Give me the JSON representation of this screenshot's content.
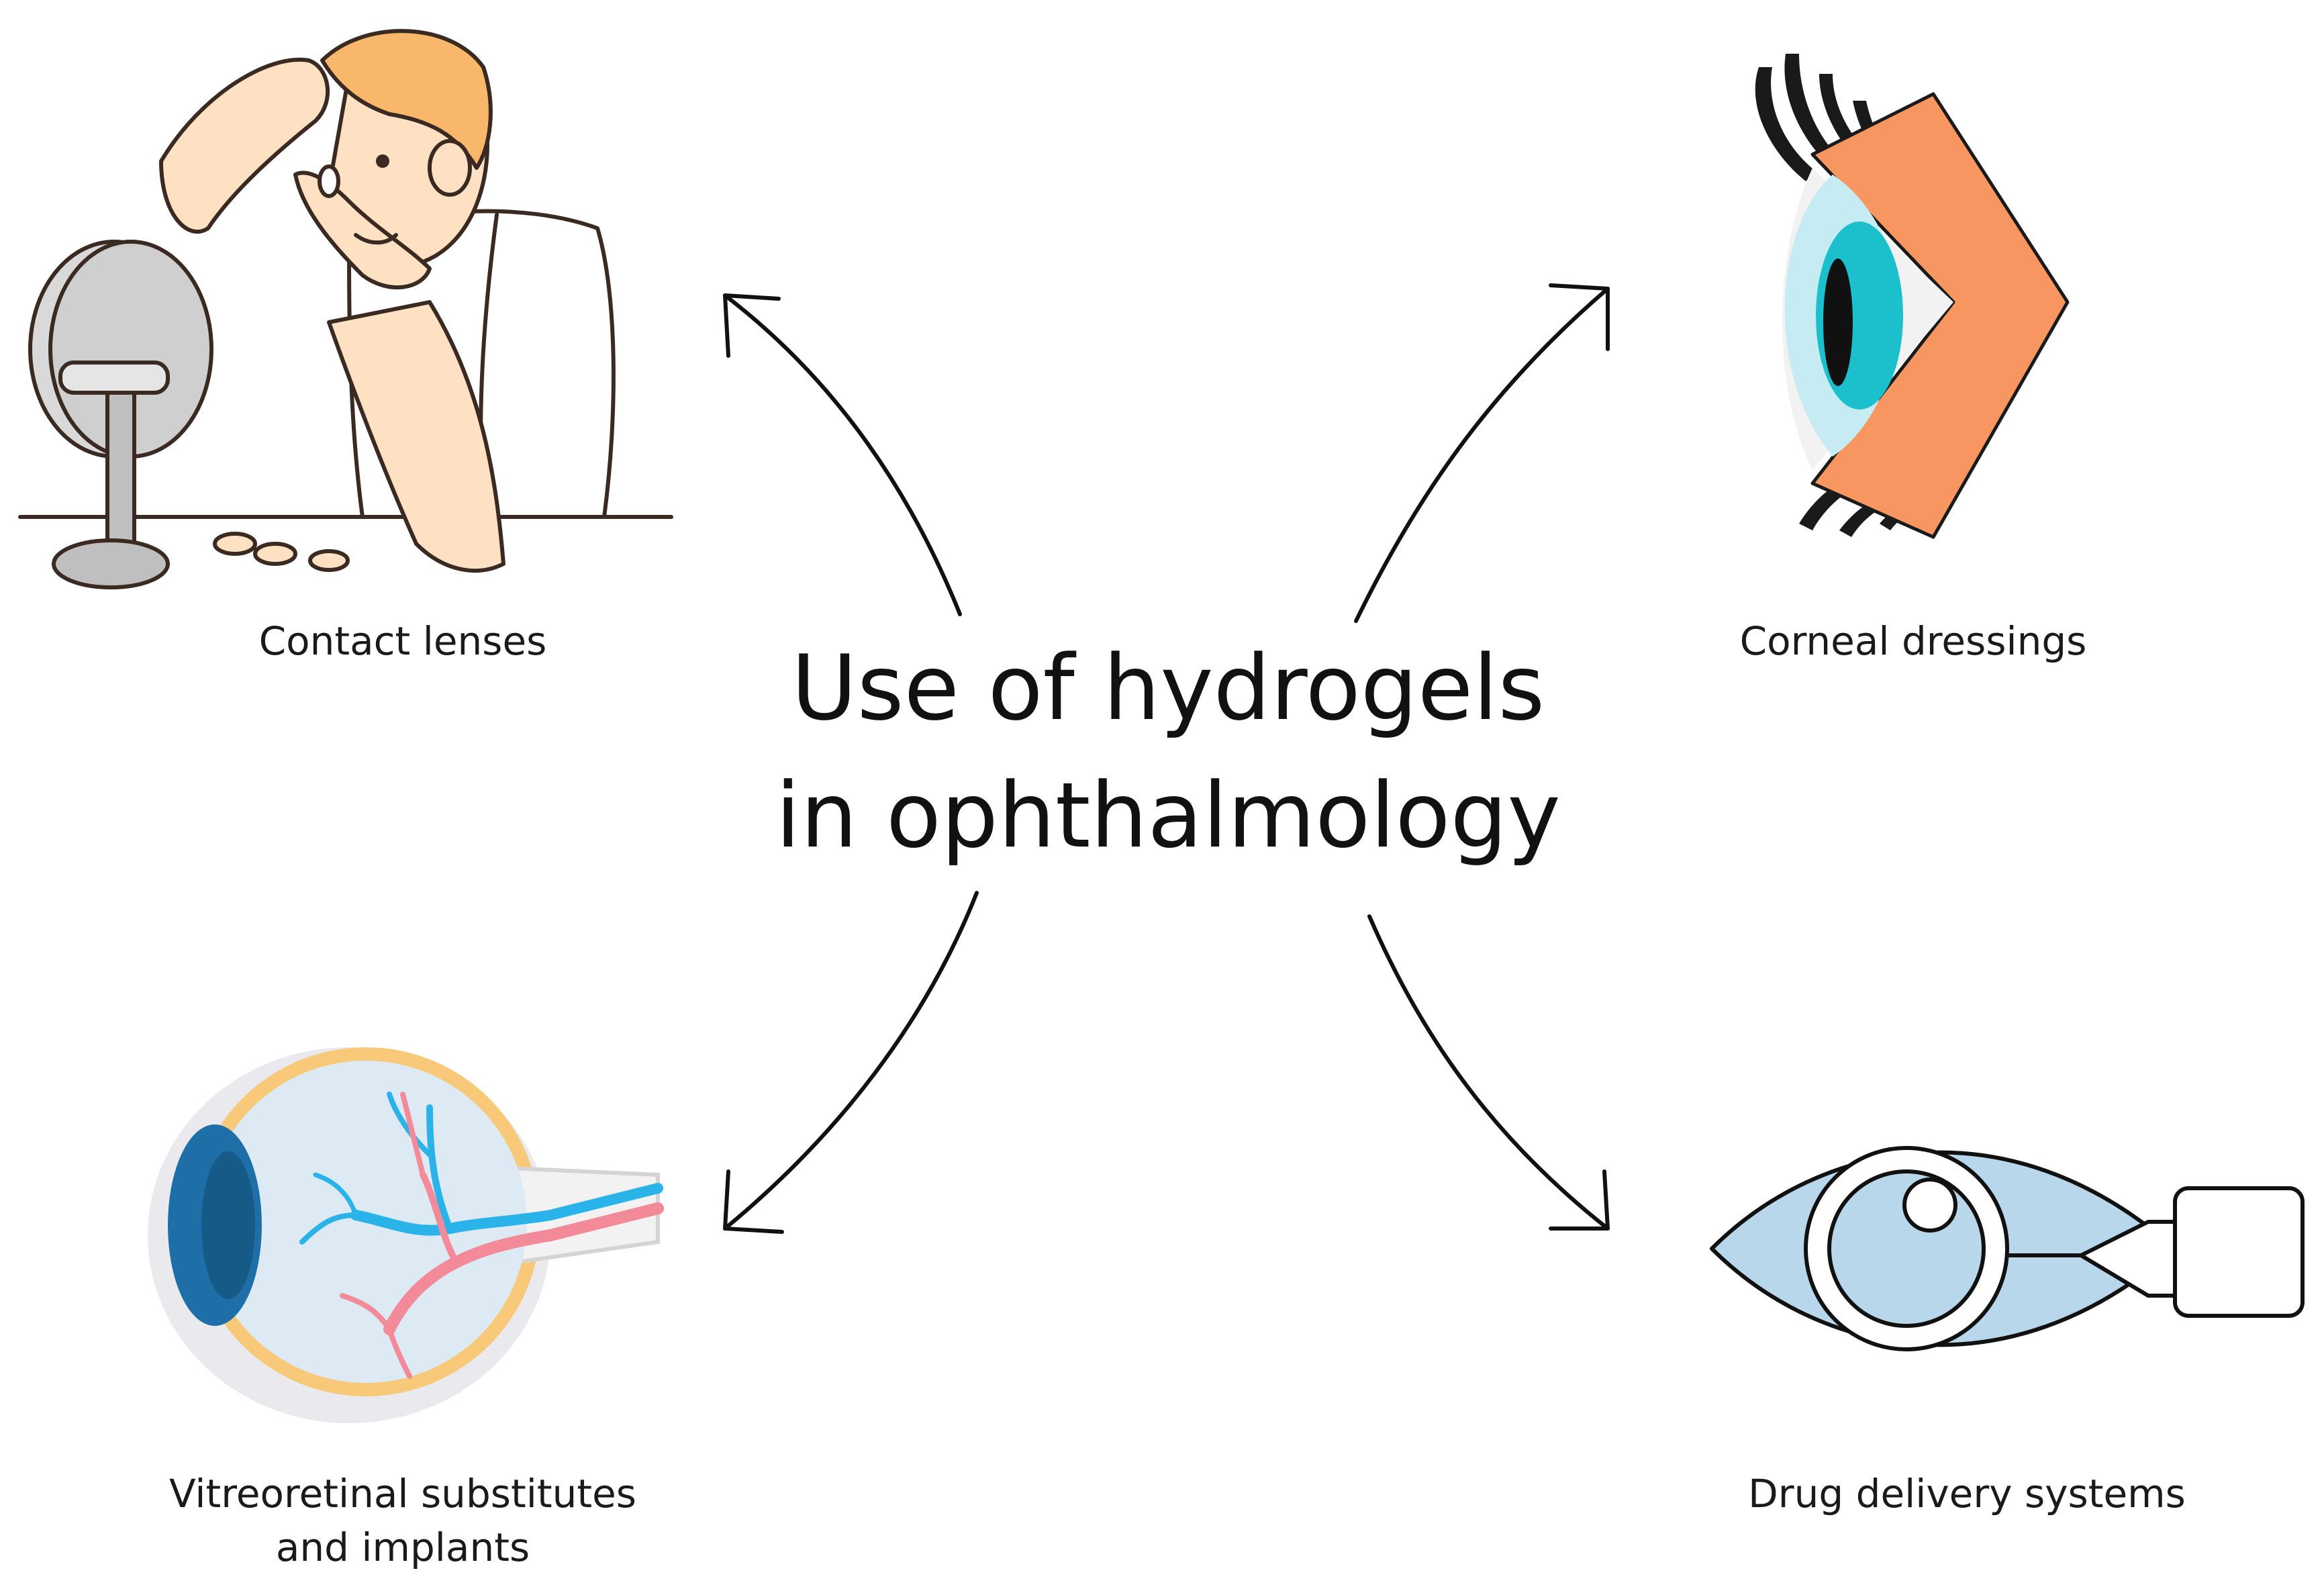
{
  "title": {
    "line1": "Use of hydrogels",
    "line2": "in ophthalmology"
  },
  "nodes": [
    {
      "label": "Contact lenses",
      "icon": "person-inserting-contact-lens-icon"
    },
    {
      "label": "Corneal dressings",
      "icon": "eye-side-view-icon"
    },
    {
      "label": "Vitreoretinal substitutes",
      "label2": "and implants",
      "icon": "eyeball-cross-section-icon"
    },
    {
      "label": "Drug delivery systems",
      "icon": "eye-drop-dispenser-icon"
    }
  ],
  "colors": {
    "skin": "#fde1c2",
    "hair": "#f8b76b",
    "eyelid_orange": "#f79660",
    "iris_teal": "#1bc0cc",
    "sclera_blue": "#c6ebf2",
    "eyeball_blue": "#1e6fa8",
    "vessel_blue": "#2ab3e8",
    "vessel_red": "#f28a9a",
    "eye_outline_yellow": "#f7c979",
    "drug_eye_fill": "#b8d7ea"
  }
}
